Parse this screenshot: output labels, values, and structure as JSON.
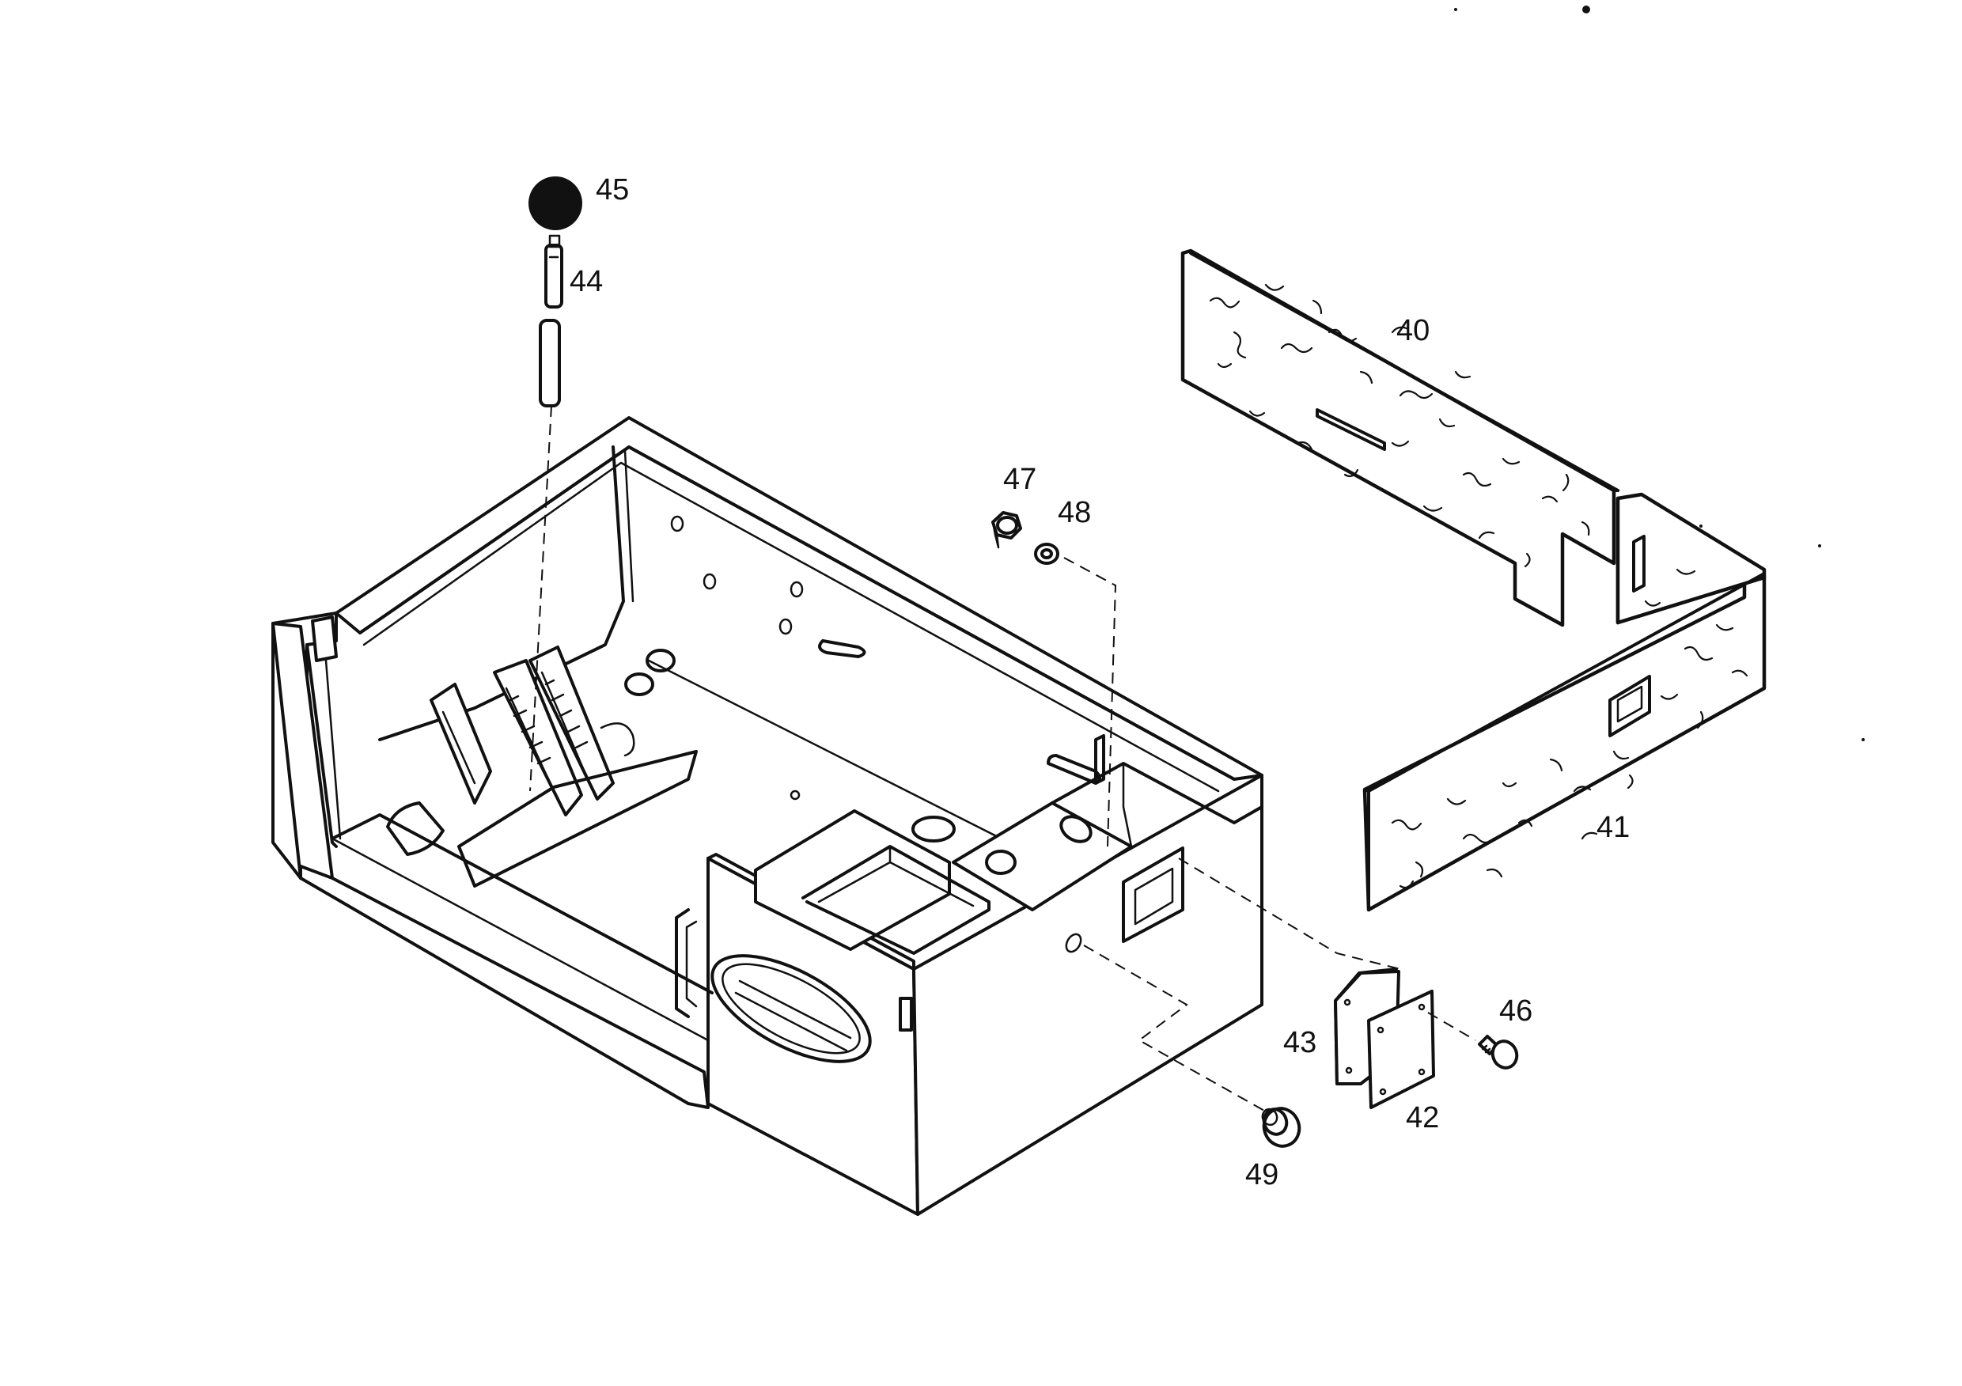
{
  "callouts": [
    {
      "id": "40",
      "label": "40"
    },
    {
      "id": "41",
      "label": "41"
    },
    {
      "id": "42",
      "label": "42"
    },
    {
      "id": "43",
      "label": "43"
    },
    {
      "id": "44",
      "label": "44"
    },
    {
      "id": "45",
      "label": "45"
    },
    {
      "id": "46",
      "label": "46"
    },
    {
      "id": "47",
      "label": "47"
    },
    {
      "id": "48",
      "label": "48"
    },
    {
      "id": "49",
      "label": "49"
    }
  ]
}
